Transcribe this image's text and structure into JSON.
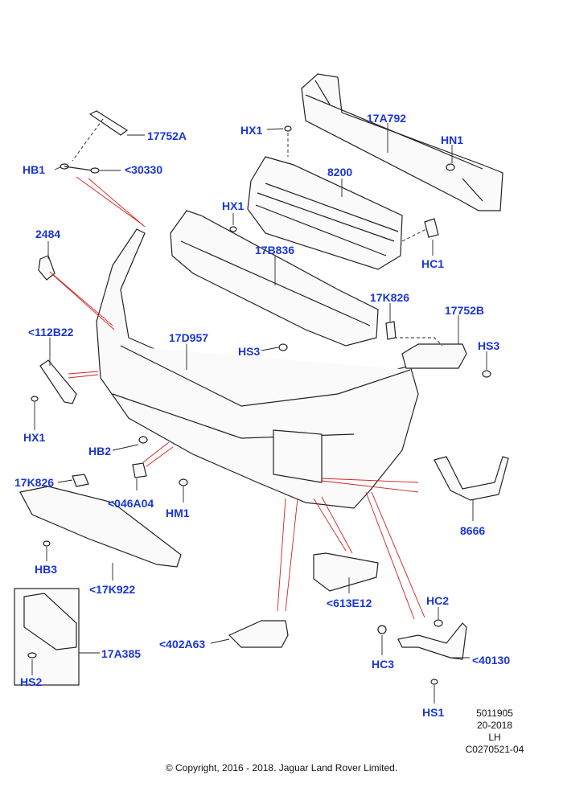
{
  "callouts": {
    "c17752a": "17752A",
    "hb1": "HB1",
    "c30330": "<30330",
    "hx1_top": "HX1",
    "c17a792": "17A792",
    "hn1": "HN1",
    "c8200": "8200",
    "hx1_mid": "HX1",
    "c2484": "2484",
    "c17b836": "17B836",
    "hc1": "HC1",
    "c17k826_right": "17K826",
    "c17752b": "17752B",
    "c112b22": "<112B22",
    "c17d957": "17D957",
    "hs3_mid": "HS3",
    "hs3_right": "HS3",
    "hx1_left": "HX1",
    "hb2": "HB2",
    "c17k826_left": "17K826",
    "c046a04": "<046A04",
    "hm1": "HM1",
    "c8666": "8666",
    "hb3": "HB3",
    "c17k922": "<17K922",
    "c613e12": "<613E12",
    "hc2": "HC2",
    "c402a63": "<402A63",
    "hc3": "HC3",
    "c40130": "<40130",
    "c17a385": "17A385",
    "hs2": "HS2",
    "hs1": "HS1"
  },
  "meta": {
    "line1": "5011905",
    "line2": "20-2018",
    "line3": "LH",
    "line4": "C0270521-04"
  },
  "copyright": "© Copyright, 2016 - 2018. Jaguar Land Rover Limited."
}
